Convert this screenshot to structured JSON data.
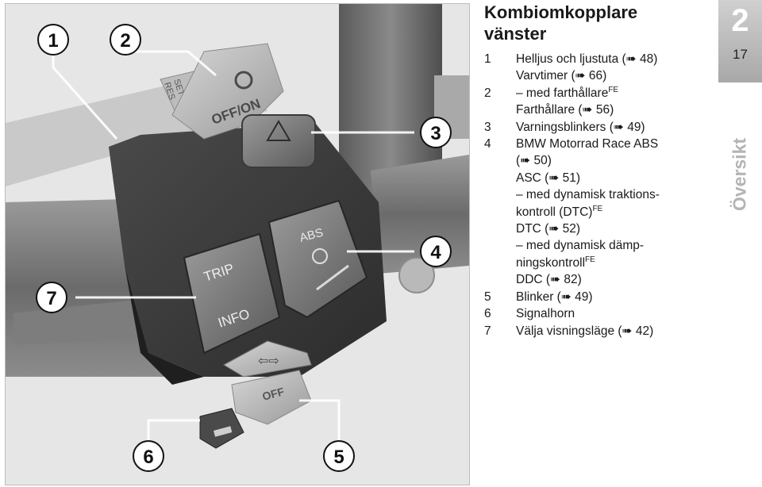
{
  "figure": {
    "callouts": [
      "1",
      "2",
      "3",
      "4",
      "5",
      "6",
      "7"
    ],
    "switch_labels": {
      "set": "SET",
      "res": "RES",
      "off_on": "OFF/ON",
      "abs": "ABS",
      "trip": "TRIP",
      "info": "INFO",
      "off": "OFF"
    }
  },
  "title_line1": "Kombiomkopplare",
  "title_line2": "vänster",
  "legend": [
    {
      "num": "1",
      "text": "Helljus och ljustuta (➠ 48)"
    },
    {
      "num": "",
      "text": "Varvtimer (➠ 66)"
    },
    {
      "num": "2",
      "text": "– med farthållare",
      "sup": "FE"
    },
    {
      "num": "",
      "text": "Farthållare (➠ 56)"
    },
    {
      "num": "3",
      "text": "Varningsblinkers (➠ 49)"
    },
    {
      "num": "4",
      "text": "BMW Motorrad Race ABS"
    },
    {
      "num": "",
      "text": "(➠ 50)"
    },
    {
      "num": "",
      "text": "ASC (➠ 51)"
    },
    {
      "num": "",
      "text": "– med dynamisk traktions-"
    },
    {
      "num": "",
      "text": "kontroll (DTC)",
      "sup": "FE"
    },
    {
      "num": "",
      "text": "DTC (➠ 52)"
    },
    {
      "num": "",
      "text": "– med dynamisk dämp-"
    },
    {
      "num": "",
      "text": "ningskontroll",
      "sup": "FE"
    },
    {
      "num": "",
      "text": "DDC (➠ 82)"
    },
    {
      "num": "5",
      "text": "Blinker (➠ 49)"
    },
    {
      "num": "6",
      "text": "Signalhorn"
    },
    {
      "num": "7",
      "text": "Välja visningsläge (➠ 42)"
    }
  ],
  "tab": {
    "chapter": "2",
    "page": "17",
    "section": "Översikt"
  }
}
